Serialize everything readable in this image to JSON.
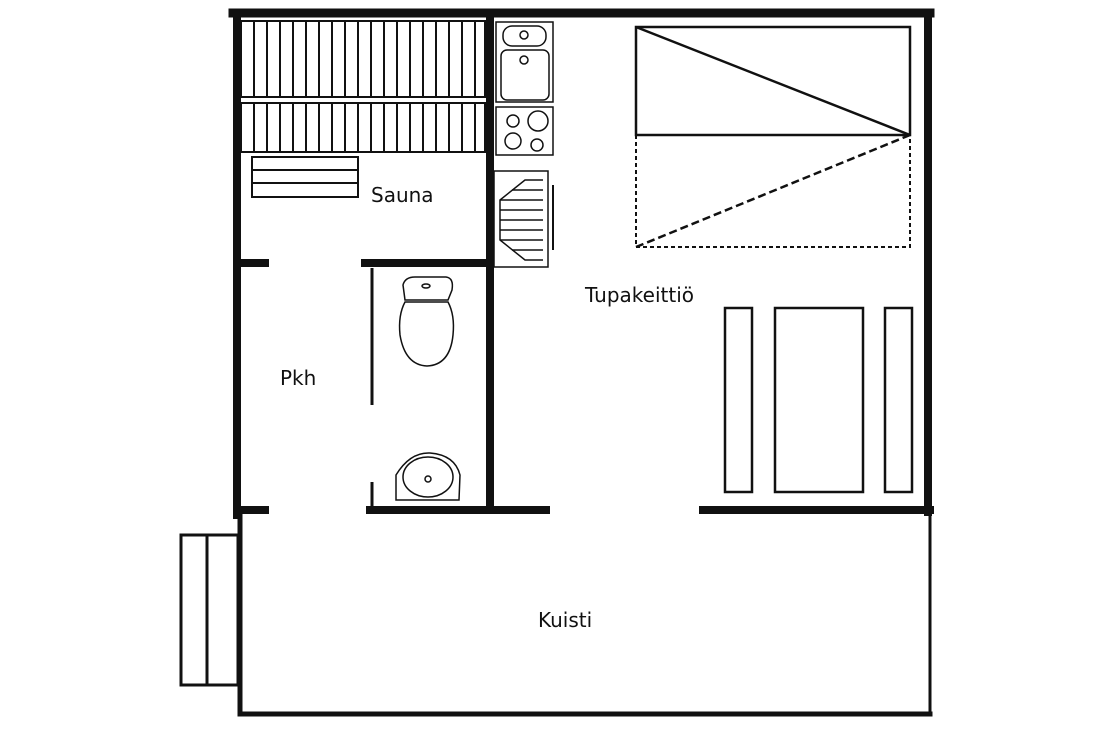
{
  "rooms": {
    "sauna": "Sauna",
    "living_kitchen": "Tupakeittiö",
    "washroom": "Pkh",
    "porch": "Kuisti"
  },
  "colors": {
    "wall": "#111111",
    "background": "#ffffff"
  }
}
